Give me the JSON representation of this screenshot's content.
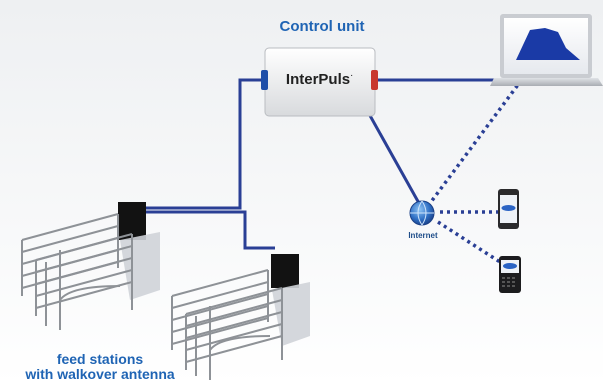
{
  "control_unit": {
    "title": "Control unit",
    "brand": "InterPuls",
    "brand_mark": "·"
  },
  "internet": {
    "label": "Internet"
  },
  "feed_stations": {
    "label_line1": "feed stations",
    "label_line2": "with walkover antenna"
  },
  "colors": {
    "accent_blue": "#1f64b4",
    "line_blue": "#2a3f95",
    "chart_fill": "#1a3aa6"
  },
  "icons": [
    "laptop-icon",
    "globe-icon",
    "smartphone-icon",
    "blackberry-icon",
    "feed-station-icon"
  ]
}
